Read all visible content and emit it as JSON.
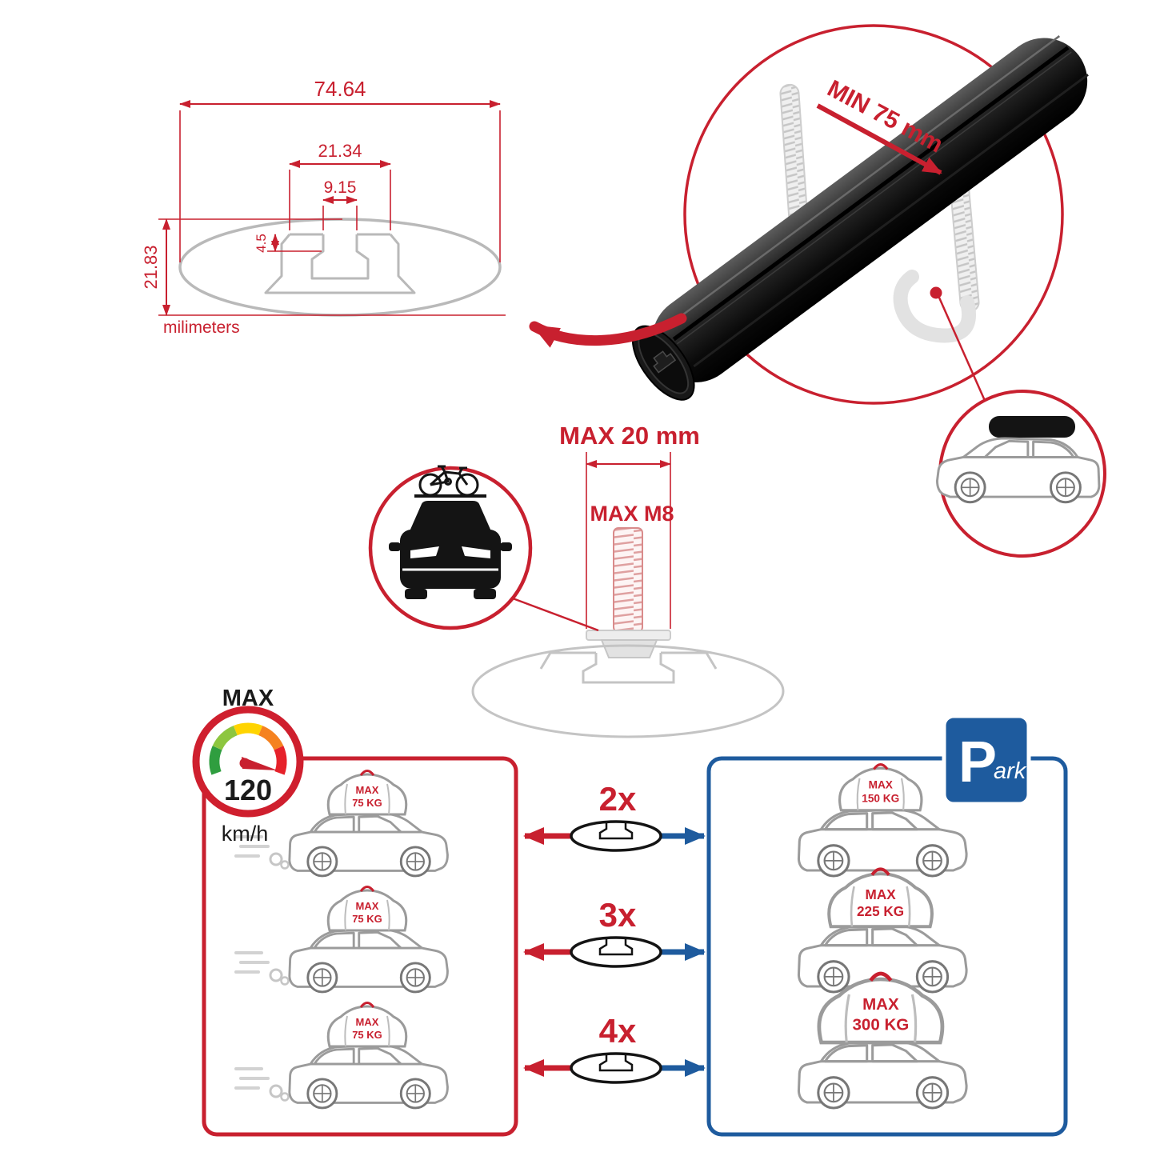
{
  "colors": {
    "red": "#c8202f",
    "blue": "#1e5b9e",
    "gray": "#b9b9b9",
    "dark": "#141414"
  },
  "cross_section": {
    "total_width": "74.64",
    "slot_outer_width": "21.34",
    "slot_inner_width": "9.15",
    "lip_depth": "4.5",
    "total_height": "21.83",
    "unit_label": "milimeters"
  },
  "bar_detail": {
    "min_clamp_label": "MIN 75 mm"
  },
  "bolt": {
    "max_length_label": "MAX 20 mm",
    "max_thread_label": "MAX M8"
  },
  "speed_limit": {
    "label": "MAX",
    "value": "120",
    "unit": "km/h"
  },
  "comparison": {
    "multipliers": [
      "2x",
      "3x",
      "4x"
    ],
    "left_cars": [
      {
        "max": "MAX",
        "kg": "75 KG"
      },
      {
        "max": "MAX",
        "kg": "75 KG"
      },
      {
        "max": "MAX",
        "kg": "75 KG"
      }
    ],
    "right_cars": [
      {
        "max": "MAX",
        "kg": "150 KG"
      },
      {
        "max": "MAX",
        "kg": "225 KG"
      },
      {
        "max": "MAX",
        "kg": "300 KG"
      }
    ],
    "park_sign": {
      "p": "P",
      "ark": "ark"
    }
  }
}
